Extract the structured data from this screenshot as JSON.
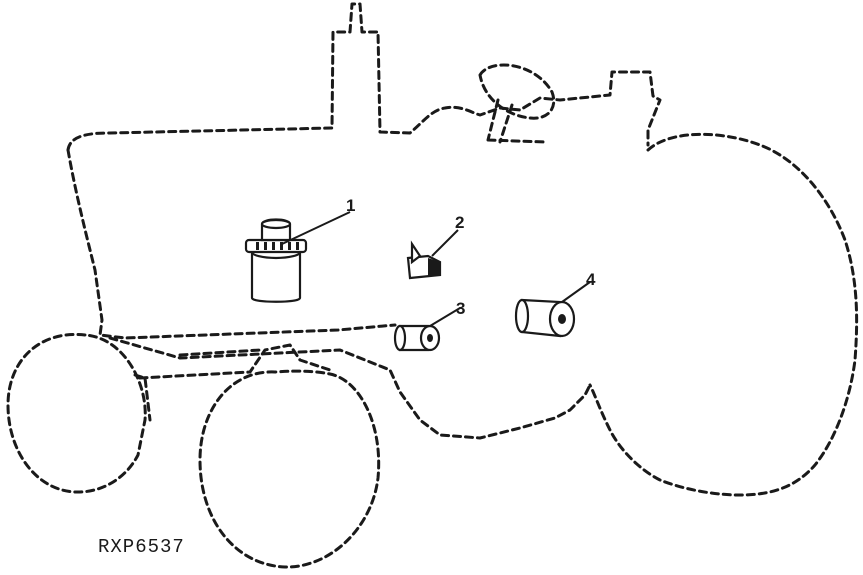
{
  "figure": {
    "reference_code": "RXP6537",
    "callouts": [
      "1",
      "2",
      "3",
      "4"
    ]
  },
  "colors": {
    "ink": "#1a1a1a",
    "paper": "#ffffff"
  }
}
